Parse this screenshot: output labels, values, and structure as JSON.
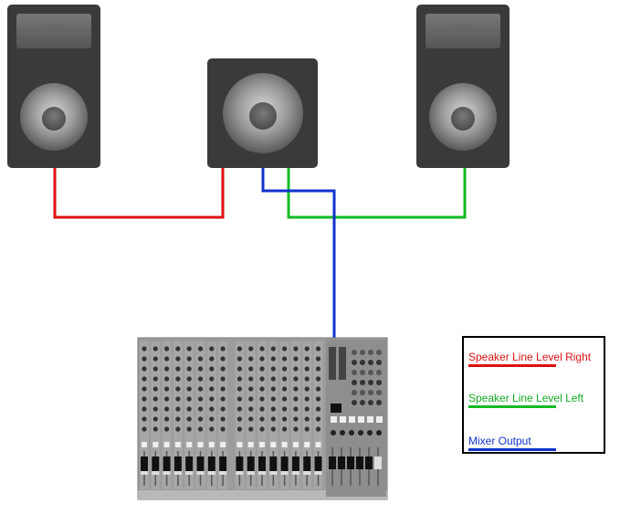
{
  "legend": {
    "items": [
      {
        "label": "Speaker Line Level Right",
        "color": "#dd1111"
      },
      {
        "label": "Speaker Line Level Left",
        "color": "#11bb22"
      },
      {
        "label": "Mixer Output",
        "color": "#1133cc"
      }
    ]
  },
  "colors": {
    "speaker_cabinet": "#3a3a3a",
    "cone": "#9a9a9a",
    "mixer_body": "#9c9c9c",
    "wire_right": "#dd1111",
    "wire_left": "#11bb22",
    "wire_mixer": "#1133cc"
  },
  "mixer": {
    "channel_strips": 16
  }
}
